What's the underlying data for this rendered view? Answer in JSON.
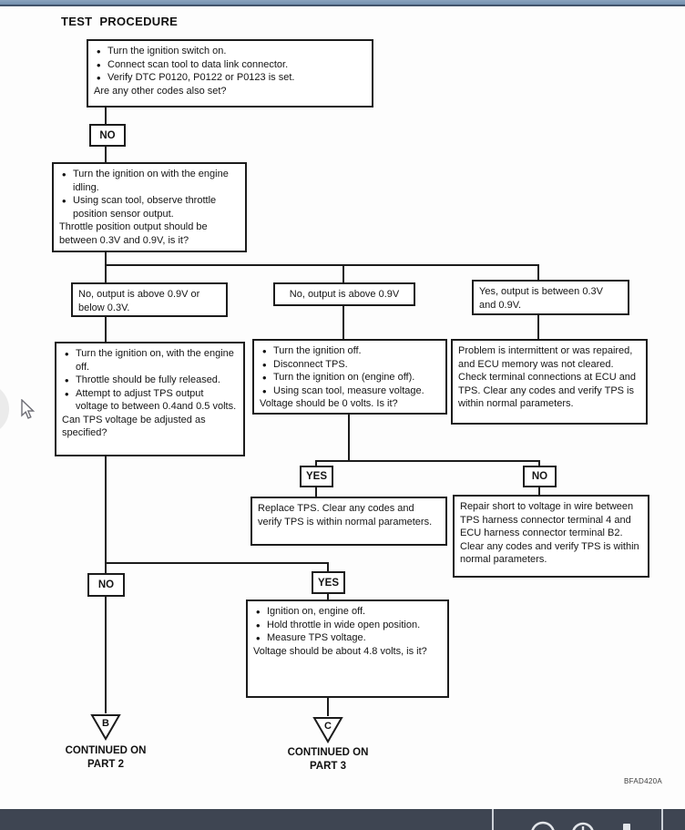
{
  "page": {
    "title": "TEST PROCEDURE",
    "figure_code": "BFAD420A"
  },
  "flowchart": {
    "boxes": {
      "start": {
        "bullets": [
          "Turn the ignition switch on.",
          "Connect scan tool to data link connector.",
          "Verify DTC P0120, P0122 or P0123 is set."
        ],
        "question": "Are any other codes also set?"
      },
      "idle_check": {
        "bullets": [
          "Turn the ignition on with the engine idling.",
          "Using scan tool, observe throttle position sensor output."
        ],
        "question": "Throttle position output should be between 0.3V and 0.9V, is it?"
      },
      "branch_left": {
        "text": "No, output is above 0.9V or below 0.3V."
      },
      "branch_mid": {
        "text": "No, output is above 0.9V"
      },
      "branch_right": {
        "text": "Yes, output is between 0.3V and 0.9V."
      },
      "adjust": {
        "bullets": [
          "Turn the ignition on, with the engine off.",
          "Throttle should be fully released.",
          "Attempt to adjust TPS output voltage to between 0.4and 0.5 volts."
        ],
        "question": "Can TPS voltage be adjusted as specified?"
      },
      "disconnect": {
        "bullets": [
          "Turn the ignition off.",
          "Disconnect TPS.",
          "Turn the ignition on (engine off).",
          "Using scan tool, measure voltage."
        ],
        "question": "Voltage should be 0 volts. Is it?"
      },
      "intermittent": {
        "text": "Problem is intermittent or was repaired, and ECU memory was not cleared. Check terminal connections at ECU and TPS. Clear any codes and verify TPS is within normal parameters."
      },
      "replace": {
        "text": "Replace TPS. Clear any codes and verify TPS is within normal parameters."
      },
      "repair": {
        "line1": "Repair short to voltage in wire between TPS harness connector terminal 4 and ECU harness connector terminal B2.",
        "line2": "Clear any codes and verify TPS is within normal parameters."
      },
      "wide_open": {
        "bullets": [
          "Ignition on, engine off.",
          "Hold throttle in wide open position.",
          "Measure TPS voltage."
        ],
        "question": "Voltage should be about 4.8 volts, is it?"
      }
    },
    "decision_labels": {
      "no_1": "NO",
      "yes_1": "YES",
      "no_2": "NO",
      "no_3": "NO",
      "yes_2": "YES"
    },
    "offpage_connectors": {
      "b": {
        "letter": "B",
        "line1": "CONTINUED ON",
        "line2": "PART 2"
      },
      "c": {
        "letter": "C",
        "line1": "CONTINUED ON",
        "line2": "PART 3"
      }
    }
  },
  "toolbar": {
    "icons": [
      "search-icon",
      "clock-icon",
      "plus-icon"
    ],
    "bg_color": "#3e4552",
    "separator_color": "#ccd1d7"
  },
  "colors": {
    "top_bar": "#7f9ab6",
    "top_bar_edge": "#42536b",
    "ink": "#1c1c1c"
  }
}
